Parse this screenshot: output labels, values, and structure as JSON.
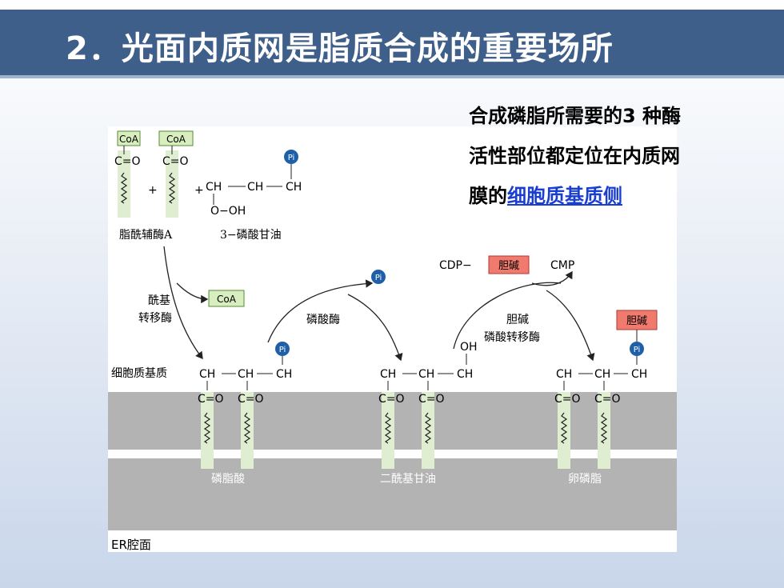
{
  "title": "2．光面内质网是脂质合成的重要场所",
  "note": {
    "line1": "合成磷脂所需要的3 种酶",
    "line2": "活性部位都定位在内质网",
    "line3_prefix": "膜的",
    "line3_highlight": "细胞质基质侧"
  },
  "diagram": {
    "coa": "CoA",
    "co": "C=O",
    "pi": "Pi",
    "plus": "+",
    "ch2": "CH",
    "ch": "CH",
    "oh_line": "O−OH",
    "acyl_coa_label": "脂酰辅酶A",
    "glycerol_p_label": "3−磷酸甘油",
    "acyl_transferase": [
      "酰基",
      "转移酶"
    ],
    "phosphatase": "磷酸酶",
    "choline_transferase": [
      "胆碱",
      "磷酸转移酶"
    ],
    "cdp": "CDP−",
    "choline": "胆碱",
    "cmp": "CMP",
    "oh": "OH",
    "cytosol_label": "细胞质基质",
    "phosphatidic_acid": "磷脂酸",
    "diacylglycerol": "二酰基甘油",
    "lecithin": "卵磷脂",
    "er_lumen": "ER腔面",
    "colors": {
      "coa_fill": "#d8eebf",
      "choline_fill": "#f07a6e",
      "pi_fill": "#1f5fa8",
      "membrane": "#b3b3b3",
      "tail_fill": "#dfeed0"
    }
  }
}
